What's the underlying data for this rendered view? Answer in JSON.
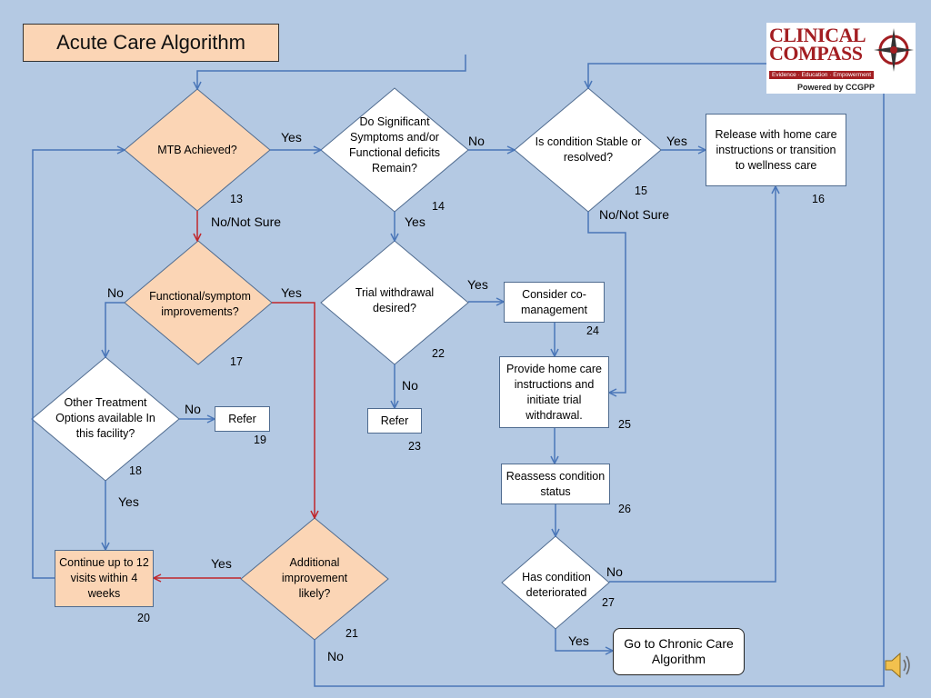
{
  "title": "Acute Care Algorithm",
  "logo": {
    "name": "CLINICAL COMPASS",
    "tagline": "Evidence · Education · Empowerment",
    "powered_by": "Powered by CCGPP"
  },
  "nodes": {
    "mtb": {
      "text": "MTB Achieved?",
      "num": "13"
    },
    "significant": {
      "text": "Do Significant Symptoms and/or Functional deficits Remain?",
      "num": "14"
    },
    "stable": {
      "text": "Is condition Stable or resolved?",
      "num": "15"
    },
    "release": {
      "text": "Release with home care instructions or transition to wellness care",
      "num": "16"
    },
    "functional": {
      "text": "Functional/symptom improvements?",
      "num": "17"
    },
    "other_treatment": {
      "text": "Other Treatment Options available In this facility?",
      "num": "18"
    },
    "refer19": {
      "text": "Refer",
      "num": "19"
    },
    "continue": {
      "text": "Continue up to 12 visits within 4 weeks",
      "num": "20"
    },
    "additional": {
      "text": "Additional improvement likely?",
      "num": "21"
    },
    "trial": {
      "text": "Trial withdrawal desired?",
      "num": "22"
    },
    "refer23": {
      "text": "Refer",
      "num": "23"
    },
    "comanage": {
      "text": "Consider co-management",
      "num": "24"
    },
    "home_care": {
      "text": "Provide home care instructions and initiate trial withdrawal.",
      "num": "25"
    },
    "reassess": {
      "text": "Reassess condition status",
      "num": "26"
    },
    "deteriorated": {
      "text": "Has condition deteriorated",
      "num": "27"
    },
    "chronic": {
      "text": "Go to Chronic Care Algorithm"
    }
  },
  "edge_labels": {
    "mtb_yes": "Yes",
    "mtb_no": "No/Not Sure",
    "sig_no": "No",
    "sig_yes": "Yes",
    "stable_yes": "Yes",
    "stable_no": "No/Not Sure",
    "func_no": "No",
    "func_yes": "Yes",
    "other_no": "No",
    "other_yes": "Yes",
    "trial_yes": "Yes",
    "trial_no": "No",
    "add_yes": "Yes",
    "add_no": "No",
    "det_no": "No",
    "det_yes": "Yes"
  }
}
